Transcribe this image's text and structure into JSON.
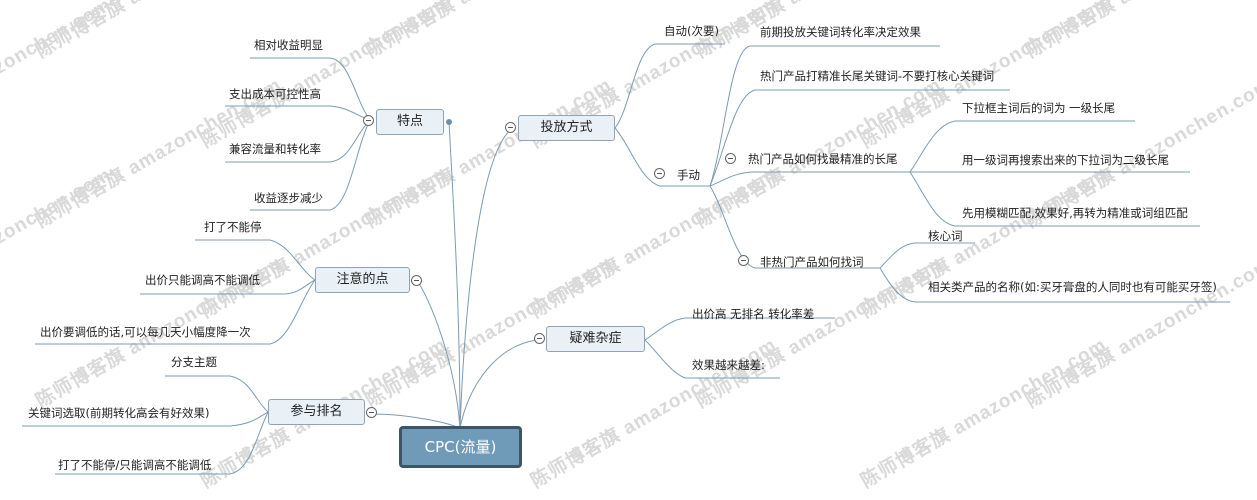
{
  "root": {
    "label": "CPC(流量)"
  },
  "watermark": {
    "text": "陈师博客旗 amazonchen.com"
  },
  "colors": {
    "line": "#7d9bb3",
    "branch_fill": "#e9f0f6",
    "root_fill": "#6f9ab8",
    "root_border": "#3e5568"
  },
  "branches": {
    "features": {
      "label": "特点",
      "children": [
        "相对收益明显",
        "支出成本可控性高",
        "兼容流量和转化率",
        "收益逐步减少"
      ]
    },
    "notes": {
      "label": "注意的点",
      "children": [
        "打了不能停",
        "出价只能调高不能调低",
        "出价要调低的话,可以每几天小幅度降一次"
      ]
    },
    "ranking": {
      "label": "参与排名",
      "children": [
        "分支主题",
        "关键词选取(前期转化高会有好效果)",
        "打了不能停/只能调高不能调低"
      ]
    },
    "delivery": {
      "label": "投放方式",
      "auto": "自动(次要)",
      "manual": {
        "label": "手动",
        "early": "前期投放关键词转化率决定效果",
        "hot_long": "热门产品打精准长尾关键词-不要打核心关键词",
        "find_long": {
          "label": "热门产品如何找最精准的长尾",
          "children": [
            "下拉框主词后的词为 一级长尾",
            "用一级词再搜索出来的下拉词为二级长尾",
            "先用模糊匹配,效果好,再转为精准或词组匹配"
          ]
        },
        "nonhot": {
          "label": "非热门产品如何找词",
          "children": [
            "核心词",
            "相关类产品的名称(如:买牙膏盘的人同时也有可能买牙签)"
          ]
        }
      }
    },
    "problems": {
      "label": "疑难杂症",
      "children": [
        "出价高 无排名 转化率差",
        "效果越来越差:"
      ]
    }
  }
}
